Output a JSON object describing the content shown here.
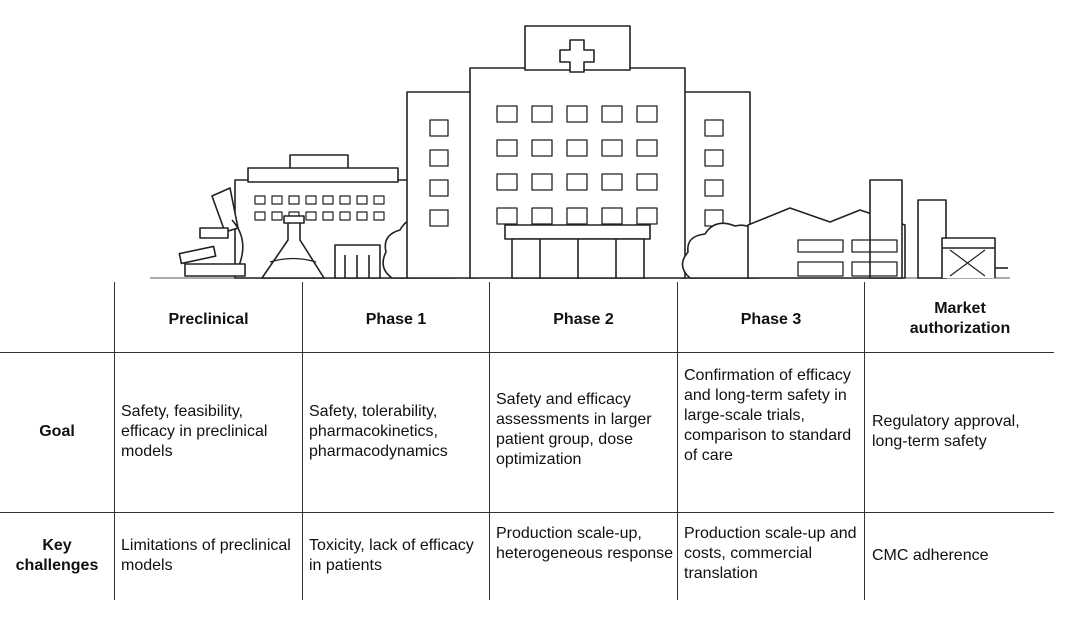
{
  "header": {
    "col_preclinical": "Preclinical",
    "col_phase1": "Phase 1",
    "col_phase2": "Phase 2",
    "col_phase3": "Phase 3",
    "col_market_line1": "Market",
    "col_market_line2": "authorization"
  },
  "rows": {
    "goal": {
      "label": "Goal",
      "preclinical": "Safety, feasibility, efficacy in preclinical models",
      "phase1": "Safety, tolerability, pharmacokinetics, pharmacodynamics",
      "phase2": "Safety and  efficacy assessments in larger patient group, dose optimization",
      "phase3": "Confirmation of efficacy and long-term safety in large-scale trials, comparison to standard of care",
      "market": "Regulatory approval, long-term safety"
    },
    "challenges": {
      "label_line1": "Key",
      "label_line2": "challenges",
      "preclinical": "Limitations of preclinical models",
      "phase1": "Toxicity, lack of efficacy in patients",
      "phase2": "Production scale-up, heterogeneous response",
      "phase3": "Production scale-up and costs, commercial translation",
      "market": "CMC adherence"
    }
  }
}
